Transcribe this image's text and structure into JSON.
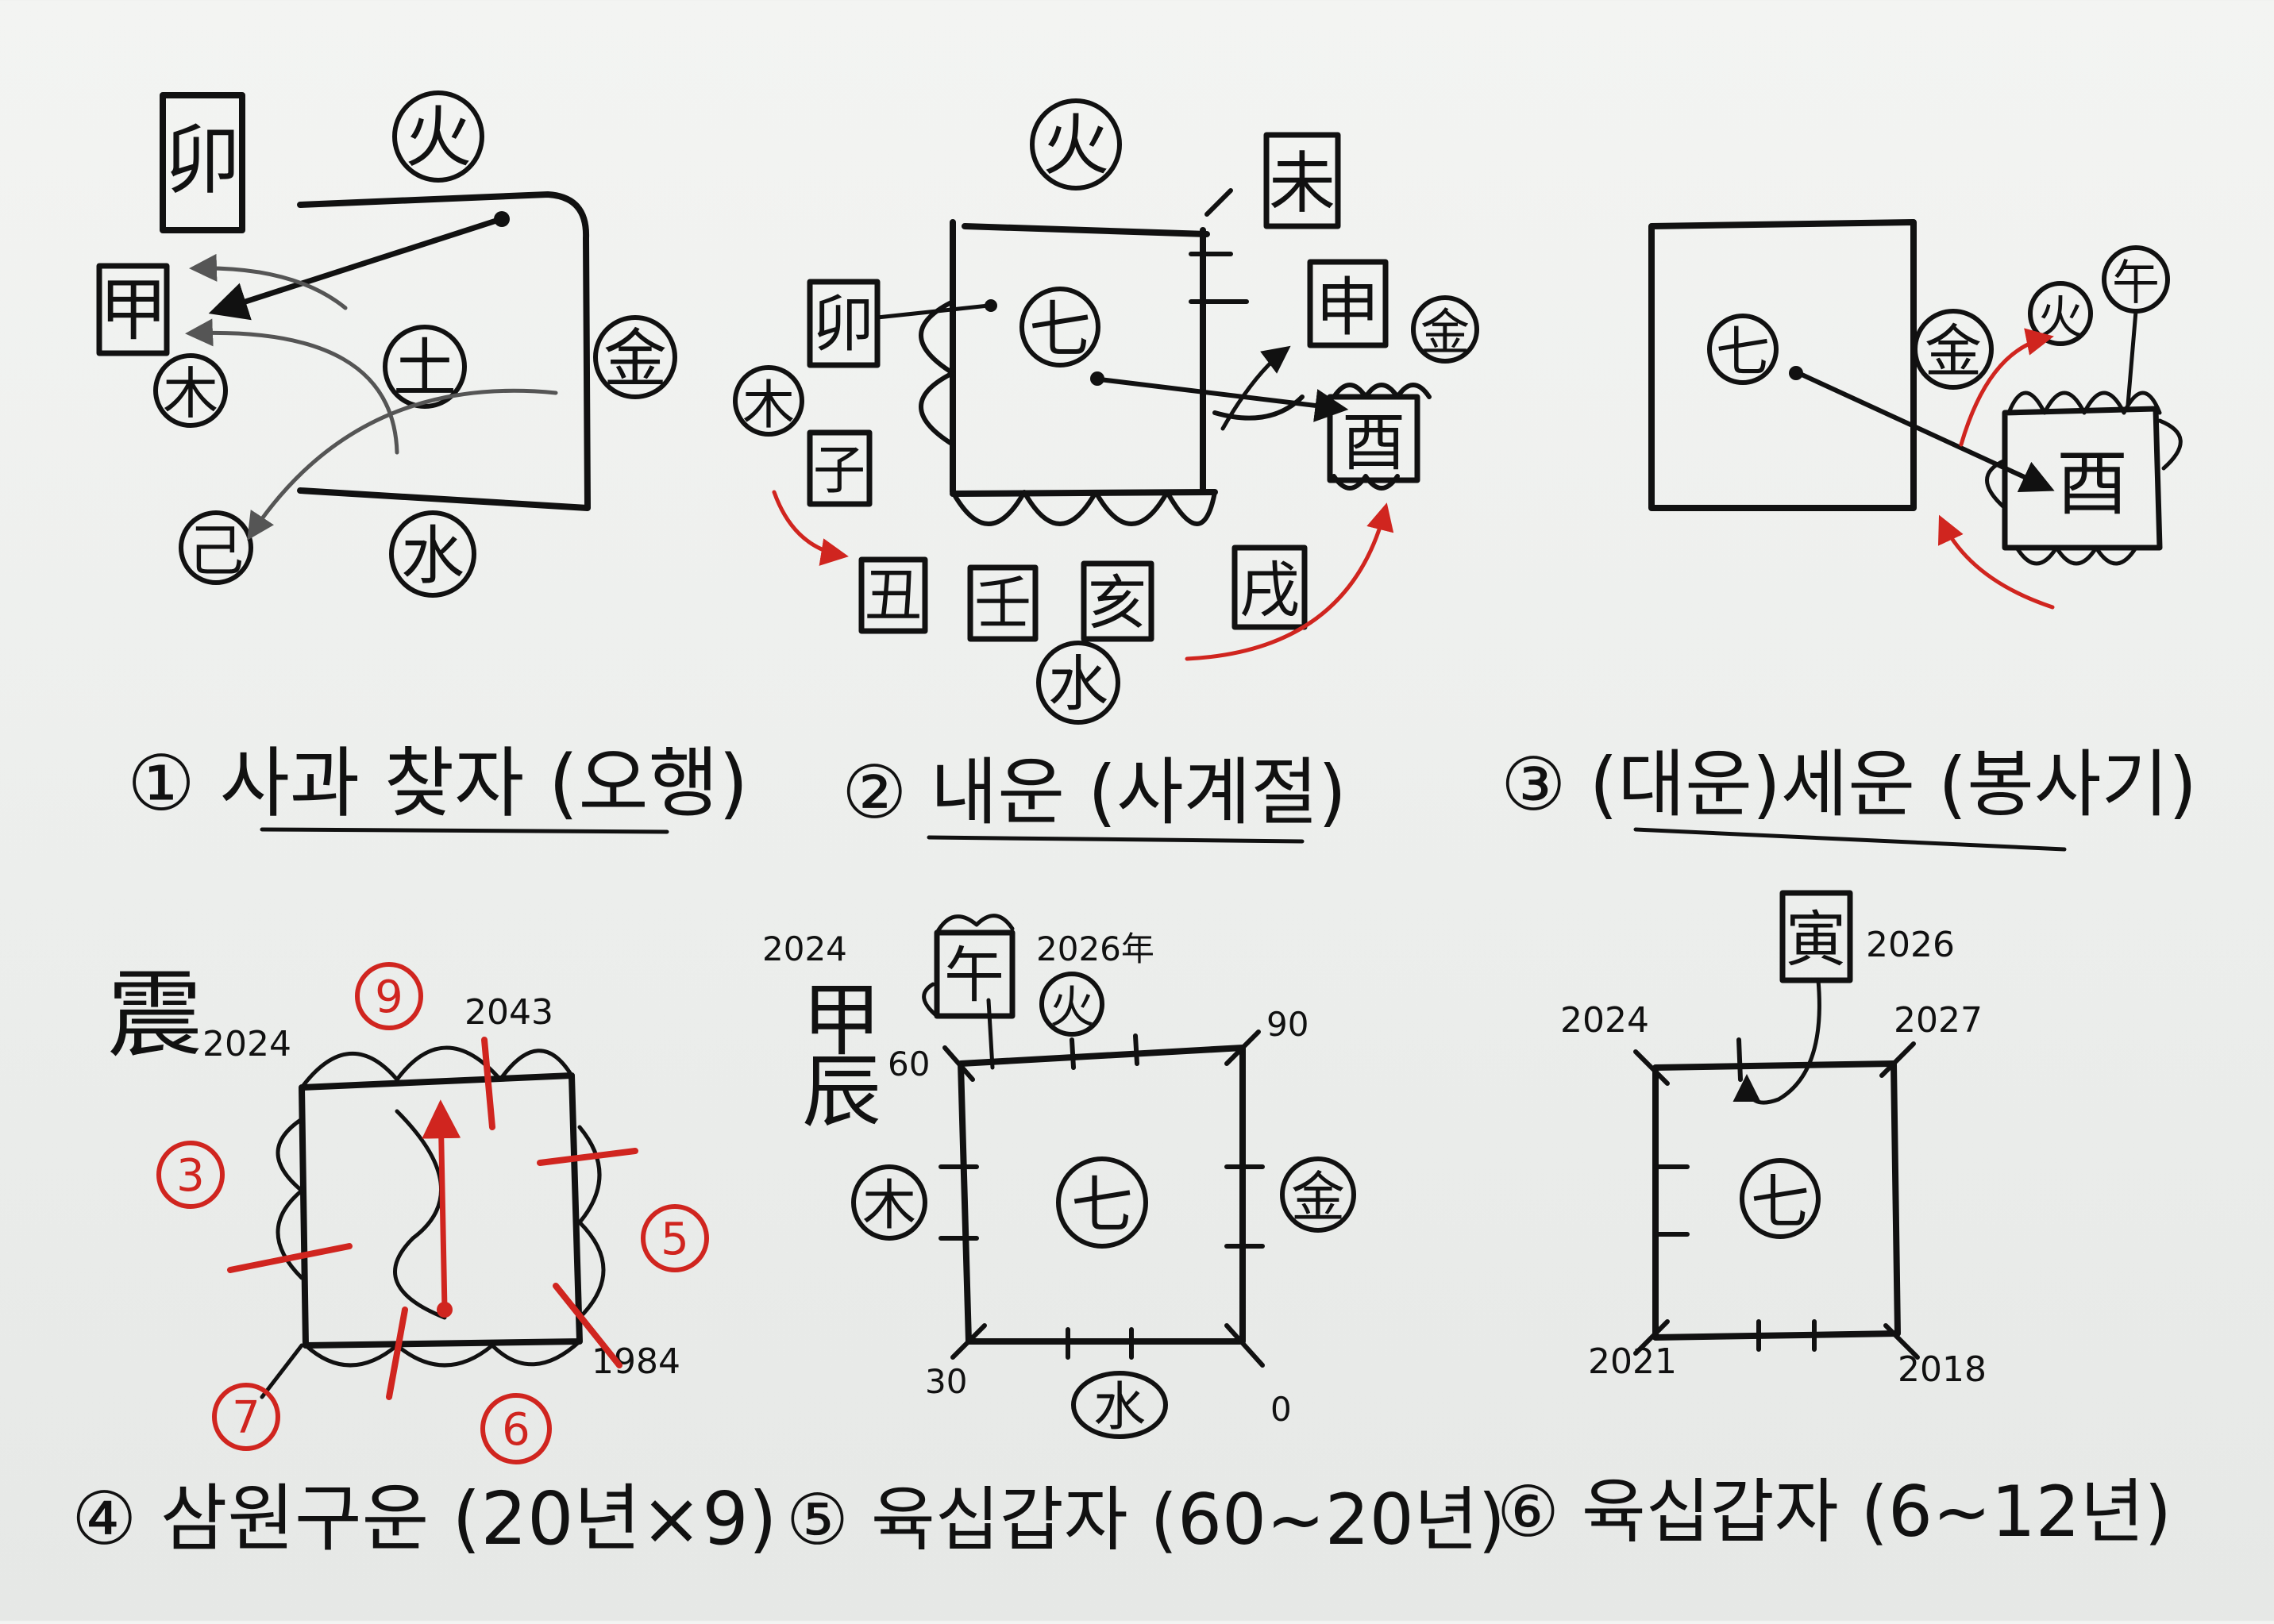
{
  "panels": [
    {
      "caption": "① 사과 찾자 (오행)",
      "labels": {
        "fire": "火",
        "earth_center": "土",
        "metal": "金",
        "water": "水",
        "wood": "木",
        "boxed_top": "卯",
        "boxed_left": "甲",
        "circled_bottom": "己"
      }
    },
    {
      "caption": "② 내운 (사계절)",
      "labels": {
        "fire": "火",
        "center": "七",
        "boxed_tr": "未",
        "boxed_right": "申",
        "metal": "金",
        "boxed_rb": "酉",
        "boxed_left": "卯",
        "wood": "木",
        "boxed_lb": "子",
        "bottom1": "丑",
        "bottom2": "壬",
        "bottom3": "亥",
        "bottom4": "戌",
        "water": "水"
      }
    },
    {
      "caption": "③ (대운)세운 (봉사기)",
      "labels": {
        "center": "七",
        "metal": "金",
        "fire": "火",
        "boxed_fire": "午",
        "boxed_west": "酉"
      }
    },
    {
      "caption": "④ 삼원구운 (20년×9)",
      "labels": {
        "hanzi": "震",
        "year_tl": "2024",
        "year_top": "2043",
        "year_br": "1984",
        "n9": "9",
        "n3": "3",
        "n5": "5",
        "n7": "7",
        "n6": "6"
      }
    },
    {
      "caption": "⑤ 육십갑자 (60~20년)",
      "labels": {
        "year_left": "2024",
        "year_right": "2026年",
        "boxed_top": "午",
        "fire": "火",
        "hanzi": "甲辰",
        "c60": "60",
        "c90": "90",
        "c30": "30",
        "c0": "0",
        "wood": "木",
        "center": "七",
        "metal": "金",
        "water": "水"
      }
    },
    {
      "caption": "⑥ 육십갑자 (6~12년)",
      "labels": {
        "boxed_top": "寅",
        "year_boxed": "2026",
        "tl": "2024",
        "tr": "2027",
        "bl": "2021",
        "br": "2018",
        "center": "七"
      }
    }
  ]
}
